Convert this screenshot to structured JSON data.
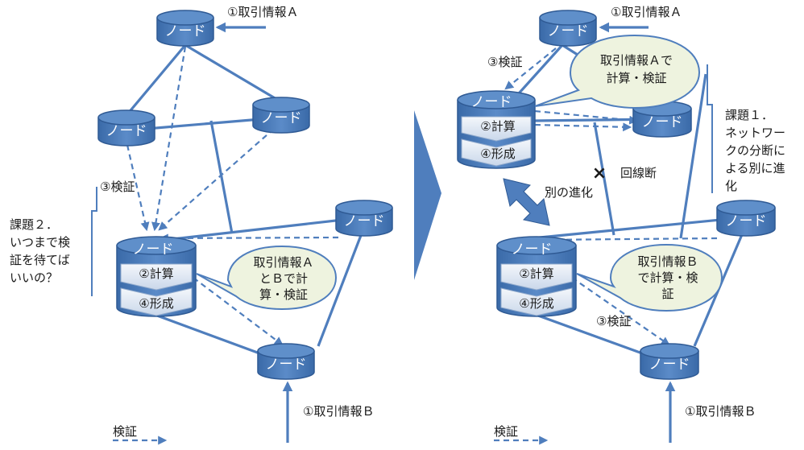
{
  "node_label": "ノード",
  "calc_label": "②計算",
  "form_label": "④形成",
  "left": {
    "tx_a": "①取引情報Ａ",
    "tx_b": "①取引情報Ｂ",
    "verify": "③検証",
    "callout": [
      "取引情報Ａ",
      "とＢで計",
      "算・検証"
    ],
    "issue": [
      "課題２．",
      "いつまで検",
      "証を待てば",
      "いいの？"
    ],
    "legend": "検証"
  },
  "right": {
    "tx_a": "①取引情報Ａ",
    "tx_b": "①取引情報Ｂ",
    "verify_top": "③検証",
    "verify_bottom": "③検証",
    "callout_top": [
      "取引情報Ａで",
      "計算・検証"
    ],
    "callout_bottom": [
      "取引情報Ｂ",
      "で計算・検",
      "証"
    ],
    "fork": "別の進化",
    "break_mark": "×",
    "break_label": "回線断",
    "issue": [
      "課題１．",
      "ネットワー",
      "クの分断に",
      "よる別に進",
      "化"
    ],
    "legend": "検証"
  }
}
